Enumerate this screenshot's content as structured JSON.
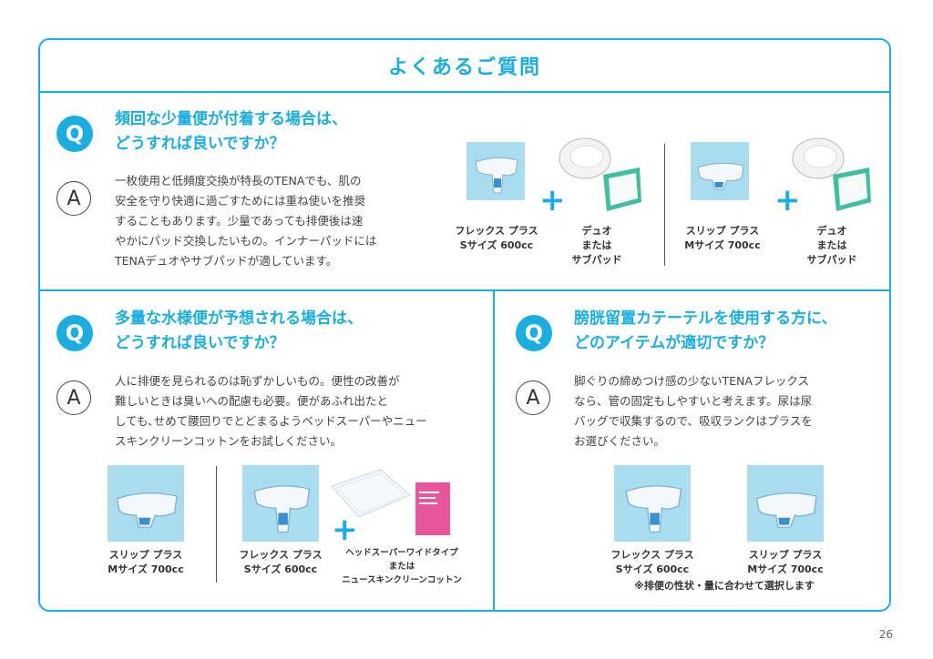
{
  "page_title": "よくあるご質問",
  "q_mark": "Q",
  "a_mark": "A",
  "section1": {
    "question": "頻回な少量便が付着する場合は、\nどうすれば良いですか？",
    "answer": "一枚使用と低頻度交換が特長のTENAでも、肌の\n安全を守り快適に過ごすためには重ね使いを推奨\nすることもあります。少量であっても排便後は速\nやかにパッド交換したいもの。インナーパッドには\nTENAデュオやサブパッドが適しています。",
    "label1": "フレックス プラス\nSサイズ 600cc",
    "label2": "デュオ\nまたは\nサブパッド",
    "label3": "スリップ プラス\nMサイズ 700cc",
    "label4": "デュオ\nまたは\nサブパッド"
  },
  "section2": {
    "question": "多量な水様便が予想される場合は、\nどうすれば良いですか？",
    "answer": "人に排便を見られるのは恥ずかしいもの。便性の改善が\n難しいときは臭いへの配慮も必要。便があふれ出たと\nしても､せめて腰回りでとどまるようベッドスーパーやニュー\nスキンクリーンコットンをお試しください。",
    "label1": "スリップ プラス\nMサイズ 700cc",
    "label2": "フレックス プラス\nSサイズ 600cc",
    "label3": "ヘッドスーパーワイドタイプ\nまたは\nニュースキンクリーンコットン"
  },
  "section3": {
    "question": "膀胱留置カテーテルを使用する方に、\nどのアイテムが適切ですか？",
    "answer": "脚ぐりの締めつけ感の少ないTENAフレックス\nなら、管の固定もしやすいと考えます。尿は尿\nバッグで収集するので、吸収ランクはプラスを\nお選びください。",
    "label1": "フレックス プラス\nSサイズ 600cc",
    "label2": "スリップ プラス\nMサイズ 700cc",
    "note": "※排便の性状・量に合わせて選択します"
  },
  "page_number": "26",
  "colors": {
    "accent": "#1aaee0",
    "product_bg": "#a9dcee",
    "pad_green": "#3fbfa0",
    "box_pink": "#e7559b"
  }
}
